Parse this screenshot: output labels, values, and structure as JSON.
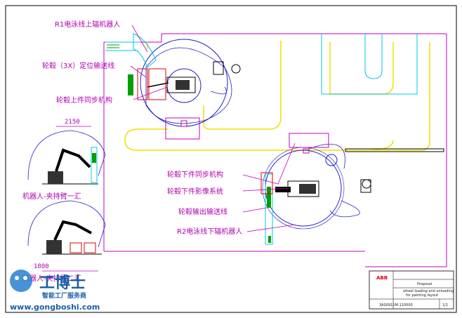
{
  "labels": {
    "r1_robot": "R1电泳线上辐机器人",
    "r1_conveyor": "轮毂（3X）定位输送线",
    "upper_sync": "轮毂上件同步机构",
    "r2_lower_sync": "轮毂下件同步机构",
    "r2_vision": "轮毂下件影像系统",
    "output_conveyor": "轮毂输出输送线",
    "r2_robot": "R2电泳线下辐机器人",
    "robot_cell_1": "机器人-夹持臂一汇",
    "robot_cell_2": "机器人-夹持臂二汇"
  },
  "dimensions": {
    "dim_top": "2150",
    "dim_bottom": "1800"
  },
  "title_block": {
    "brand": "ABB",
    "line1": "Proposal",
    "line2": "wheel loading and unloading",
    "line3": "for painting layout",
    "drawing_no": "3AS0911M-110000",
    "sheet": "1/1"
  },
  "watermark": {
    "brand": "工博士",
    "slogan": "智能工厂服务商",
    "url": "www.gongboshi.com"
  },
  "colors": {
    "frame": "#000000",
    "yellow": "#f0e000",
    "cyan": "#00c8e6",
    "magenta": "#c000c0",
    "blue": "#2020c8",
    "green": "#00a000",
    "red": "#e00000",
    "label": "#b000b0"
  }
}
